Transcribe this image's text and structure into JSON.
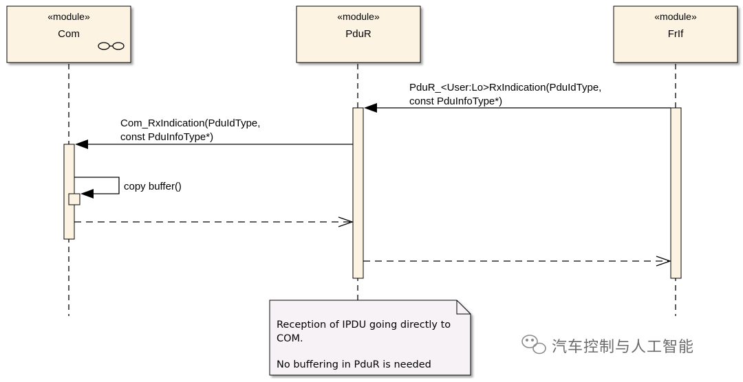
{
  "lifelines": [
    {
      "id": "com",
      "stereotype": "«module»",
      "name": "Com"
    },
    {
      "id": "pdur",
      "stereotype": "«module»",
      "name": "PduR"
    },
    {
      "id": "frif",
      "stereotype": "«module»",
      "name": "FrIf"
    }
  ],
  "messages": {
    "frif_to_pdur": {
      "line1": "PduR_<User:Lo>RxIndication(PduIdType,",
      "line2": "const PduInfoType*)"
    },
    "pdur_to_com": {
      "line1": "Com_RxIndication(PduIdType,",
      "line2": "const PduInfoType*)"
    },
    "self_copy": {
      "label": "copy buffer()"
    }
  },
  "note": {
    "line1": "Reception of IPDU going directly to",
    "line2": "COM.",
    "line3": "No buffering in PduR is needed"
  },
  "watermark": {
    "text": "汽车控制与人工智能",
    "icon": "wechat-icon"
  },
  "colors": {
    "box_fill": "#fdf3e3",
    "note_fill": "#f7f2f5",
    "stroke": "#000000"
  }
}
